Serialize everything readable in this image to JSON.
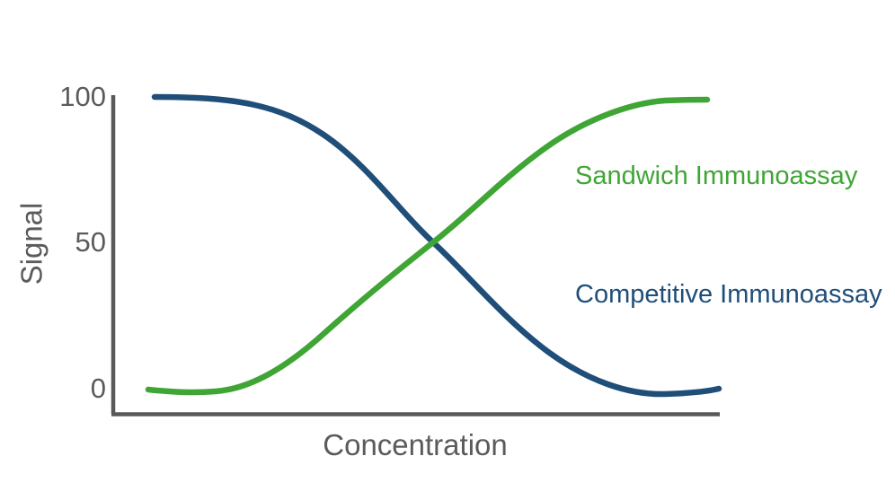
{
  "chart_data": {
    "type": "line",
    "title": "",
    "xlabel": "Concentration",
    "ylabel": "Signal",
    "xlim": [
      0,
      100
    ],
    "ylim": [
      -4,
      104
    ],
    "yticks": [
      "0",
      "50",
      "100"
    ],
    "xticks": [],
    "grid": false,
    "legend_position": "inline-right",
    "crossover": {
      "x": 52,
      "y": 50
    },
    "series": [
      {
        "name": "Sandwich Immunoassay",
        "color": "#3fa535",
        "trend": "sigmoid-increasing",
        "x": [
          0,
          5,
          10,
          15,
          20,
          25,
          30,
          35,
          40,
          45,
          50,
          55,
          60,
          65,
          70,
          75,
          80,
          85,
          90,
          95,
          100
        ],
        "values": [
          -1,
          -1,
          0,
          2,
          5,
          10,
          17,
          26,
          36,
          45,
          54,
          64,
          73,
          81,
          88,
          93,
          96,
          98,
          99,
          99,
          99
        ]
      },
      {
        "name": "Competitive Immunoassay",
        "color": "#1f4e79",
        "trend": "sigmoid-decreasing",
        "x": [
          0,
          5,
          10,
          15,
          20,
          25,
          30,
          35,
          40,
          45,
          50,
          55,
          60,
          65,
          70,
          75,
          80,
          85,
          90,
          95,
          100
        ],
        "values": [
          100,
          100,
          99,
          97,
          94,
          89,
          83,
          74,
          64,
          55,
          46,
          36,
          27,
          19,
          12,
          7,
          3,
          0,
          -1,
          -2,
          -1
        ]
      }
    ],
    "axis_color": "#595959",
    "tick_label_color": "#5b5b5b",
    "background": "#ffffff"
  },
  "axis": {
    "y_tick_100": "100",
    "y_tick_50": "50",
    "y_tick_0": "0",
    "y_title": "Signal",
    "x_title": "Concentration"
  },
  "legend": {
    "sandwich": "Sandwich Immunoassay",
    "competitive": "Competitive Immunoassay"
  }
}
